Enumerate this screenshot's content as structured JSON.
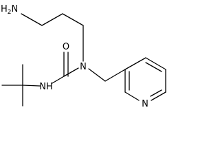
{
  "molecule": {
    "labels": {
      "amine_n": "N",
      "amine_h": "H",
      "amine_h_count": "2",
      "urea_o": "O",
      "nh": "NH",
      "tertiary_n": "N",
      "pyridine_n": "N"
    }
  }
}
